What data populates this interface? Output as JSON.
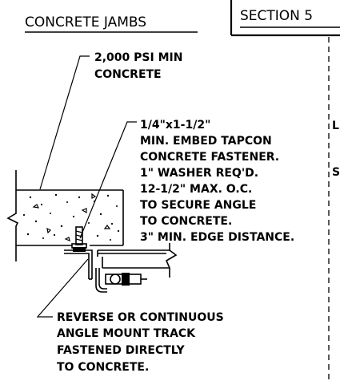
{
  "titles": {
    "left": "CONCRETE JAMBS",
    "right": "SECTION 5"
  },
  "notes": {
    "concrete": [
      "2,000 PSI MIN",
      "CONCRETE"
    ],
    "fastener": [
      "1/4\"x1-1/2\"",
      "MIN. EMBED TAPCON",
      "CONCRETE FASTENER.",
      "1\" WASHER REQ'D.",
      "12-1/2\" MAX. O.C.",
      "TO SECURE ANGLE",
      "TO CONCRETE.",
      "3\" MIN. EDGE DISTANCE."
    ],
    "track": [
      "REVERSE OR CONTINUOUS",
      "ANGLE MOUNT TRACK",
      "FASTENED DIRECTLY",
      "TO CONCRETE."
    ]
  },
  "clipped_right_text": {
    "upper": "L",
    "lower": "S"
  }
}
